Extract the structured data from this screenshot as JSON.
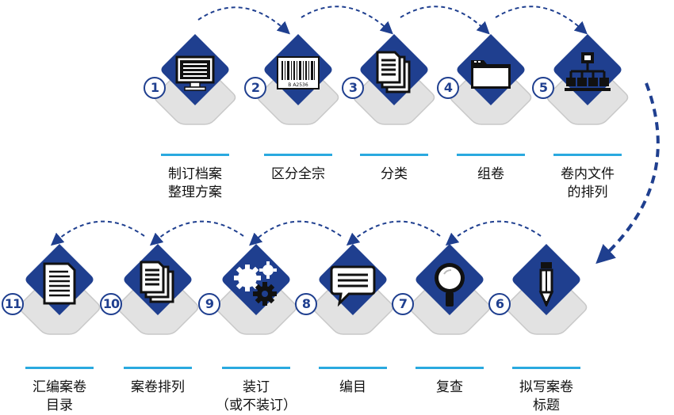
{
  "colors": {
    "diamond": "#1f3f8f",
    "arrow": "#1f3f8f",
    "shadow": "#dcdcdc",
    "underline": "#2aa9df"
  },
  "steps": [
    {
      "num": "1",
      "label": "制订档案\n整理方案",
      "icon": "monitor-icon"
    },
    {
      "num": "2",
      "label": "区分全宗",
      "icon": "barcode-icon",
      "icon_text": "B A2536"
    },
    {
      "num": "3",
      "label": "分类",
      "icon": "documents-icon"
    },
    {
      "num": "4",
      "label": "组卷",
      "icon": "folder-window-icon"
    },
    {
      "num": "5",
      "label": "卷内文件\n的排列",
      "icon": "hierarchy-icon"
    },
    {
      "num": "6",
      "label": "拟写案卷\n标题",
      "icon": "pencil-icon"
    },
    {
      "num": "7",
      "label": "复查",
      "icon": "magnifier-icon"
    },
    {
      "num": "8",
      "label": "编目",
      "icon": "speech-bubble-icon"
    },
    {
      "num": "9",
      "label": "装订\n（或不装订）",
      "icon": "gears-icon"
    },
    {
      "num": "10",
      "label": "案卷排列",
      "icon": "documents-icon"
    },
    {
      "num": "11",
      "label": "汇编案卷\n目录",
      "icon": "document-icon"
    }
  ]
}
